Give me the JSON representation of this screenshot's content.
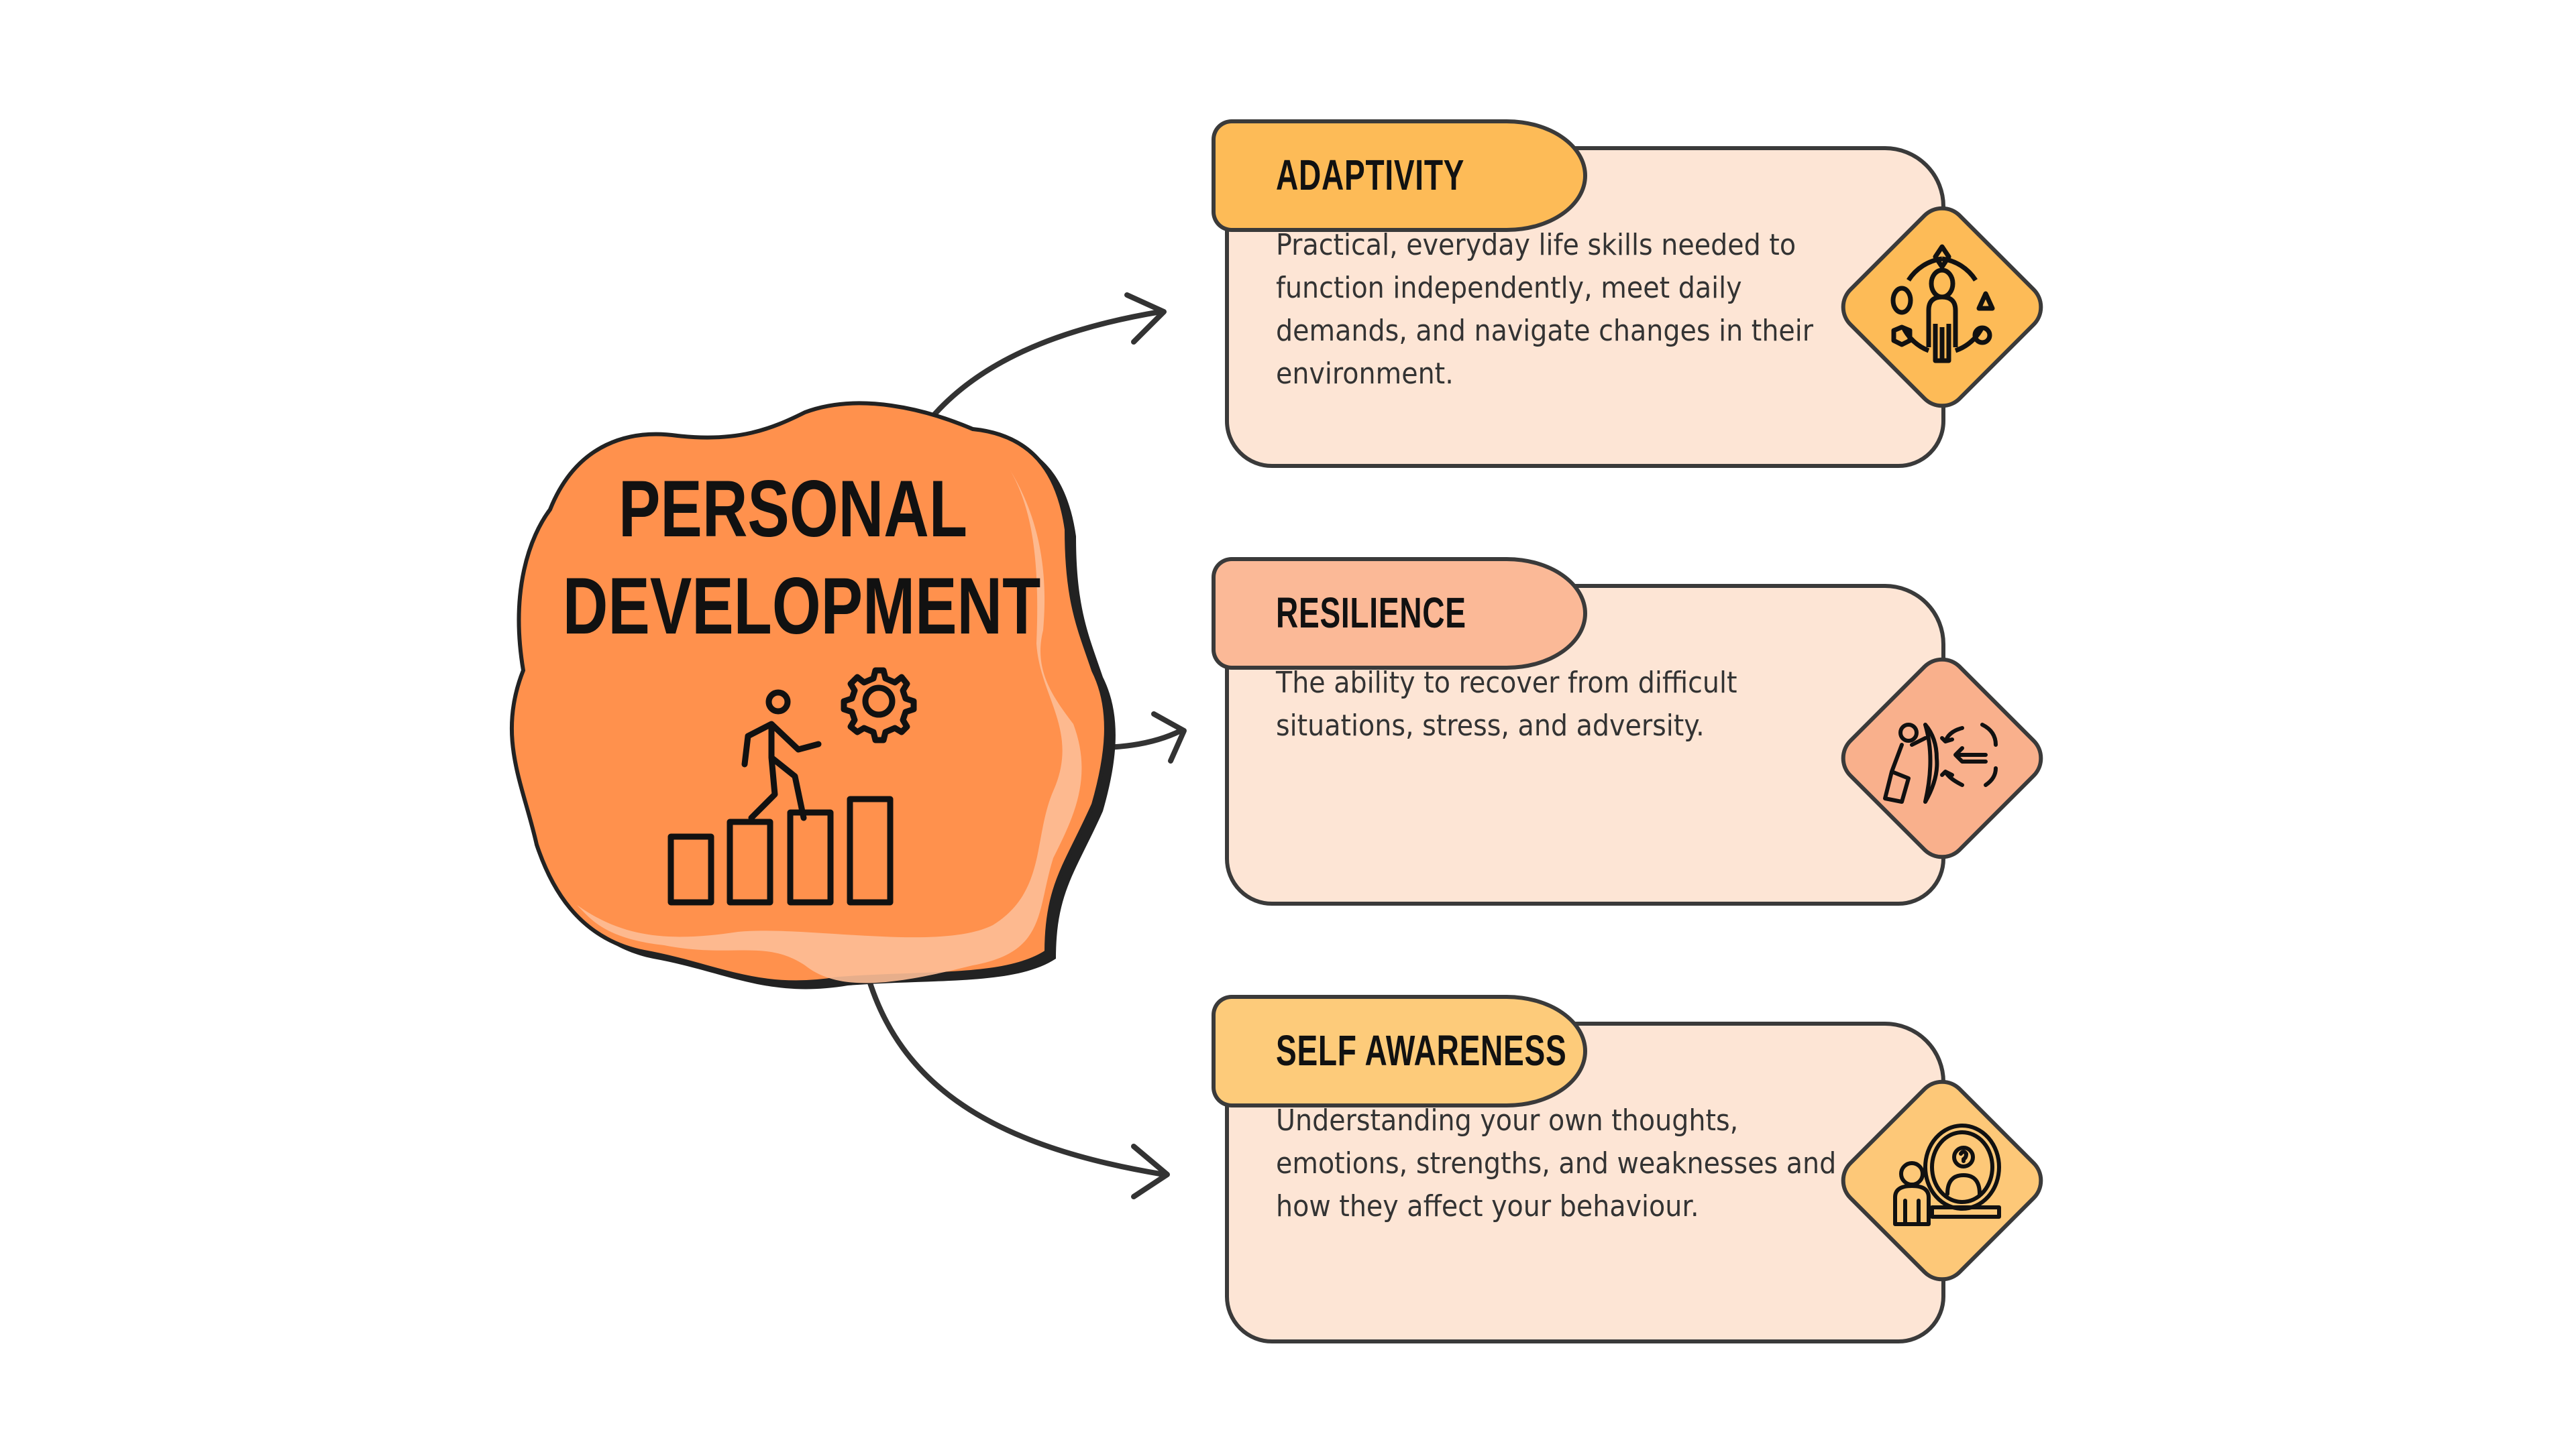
{
  "center": {
    "title_line1": "PERSONAL",
    "title_line2": "DEVELOPMENT",
    "icon": "climbing-steps-gear-icon",
    "color": "#FF914D"
  },
  "cards": [
    {
      "title": "ADAPTIVITY",
      "description": "Practical, everyday life skills needed to function independently, meet daily demands, and navigate changes in their environment.",
      "icon": "person-adapting-circle-icon",
      "tab_color": "#FDBB57"
    },
    {
      "title": "RESILIENCE",
      "description": "The ability to recover from difficult situations, stress, and adversity.",
      "icon": "person-shield-arrows-icon",
      "tab_color": "#FBB997"
    },
    {
      "title": "SELF AWARENESS",
      "description": "Understanding your own thoughts, emotions, strengths, and weaknesses and how they affect your behaviour.",
      "icon": "person-mirror-question-icon",
      "tab_color": "#FDCB7A"
    }
  ],
  "colors": {
    "card_body": "#FDE5D5",
    "outline": "#3a3a3a"
  }
}
